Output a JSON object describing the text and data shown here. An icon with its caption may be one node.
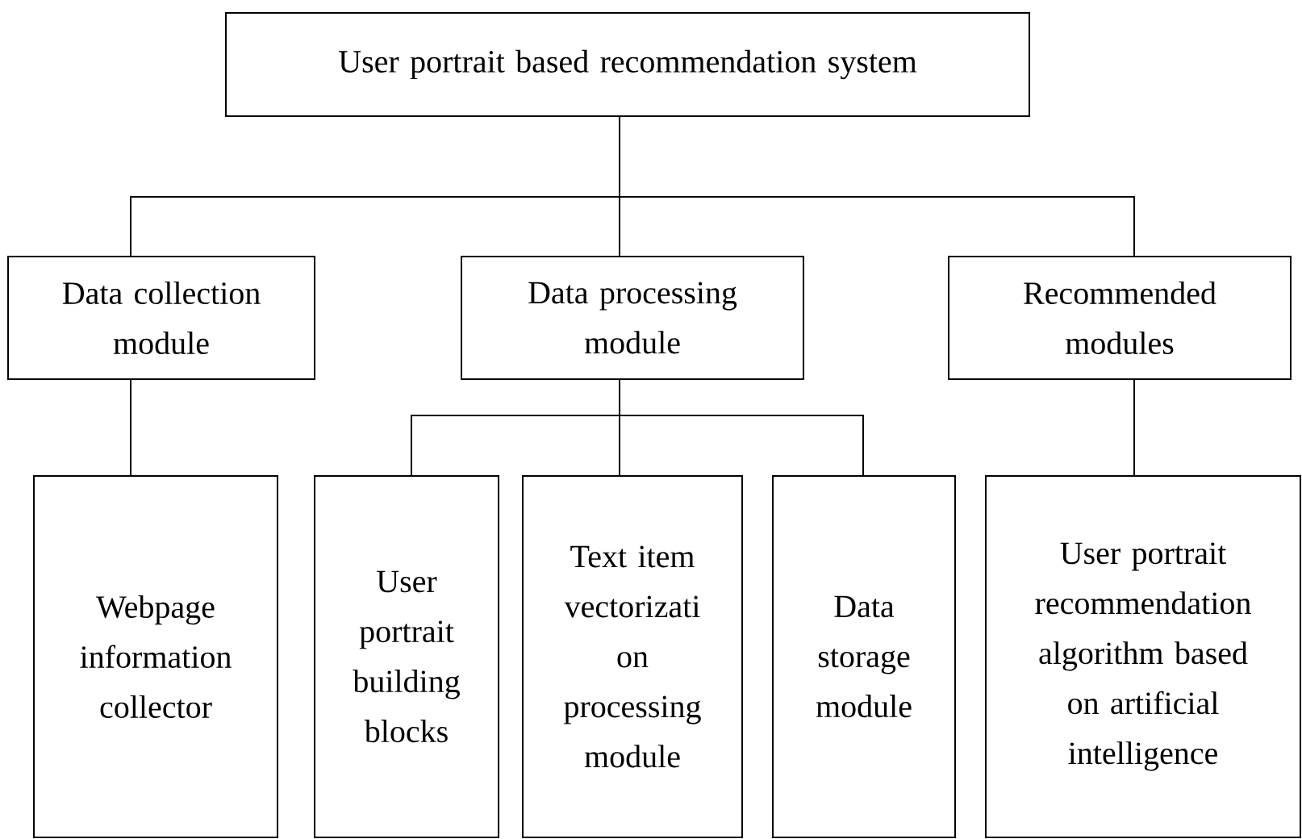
{
  "diagram": {
    "nodes": [
      {
        "text": [
          "User portrait based recommendation system"
        ]
      },
      {
        "text": [
          "Data collection module"
        ]
      },
      {
        "text": [
          "Data processing module"
        ]
      },
      {
        "text": [
          "Recommended modules"
        ]
      },
      {
        "text": [
          "Webpage information collector"
        ]
      },
      {
        "text": [
          "User portrait building blocks"
        ]
      },
      {
        "text": [
          "Text item vectorizati on processing module"
        ]
      },
      {
        "text": [
          "Data storage module"
        ]
      },
      {
        "text": [
          "User portrait recommendation algorithm based on artificial intelligence"
        ]
      }
    ],
    "edges": [
      {
        "from": 0,
        "to": 1,
        "arrow": "none"
      },
      {
        "from": 0,
        "to": 2,
        "arrow": "none"
      },
      {
        "from": 0,
        "to": 3,
        "arrow": "none"
      },
      {
        "from": 1,
        "to": 4,
        "arrow": "none"
      },
      {
        "from": 2,
        "to": 5,
        "arrow": "none"
      },
      {
        "from": 2,
        "to": 6,
        "arrow": "none"
      },
      {
        "from": 2,
        "to": 7,
        "arrow": "none"
      },
      {
        "from": 3,
        "to": 8,
        "arrow": "none"
      }
    ]
  }
}
